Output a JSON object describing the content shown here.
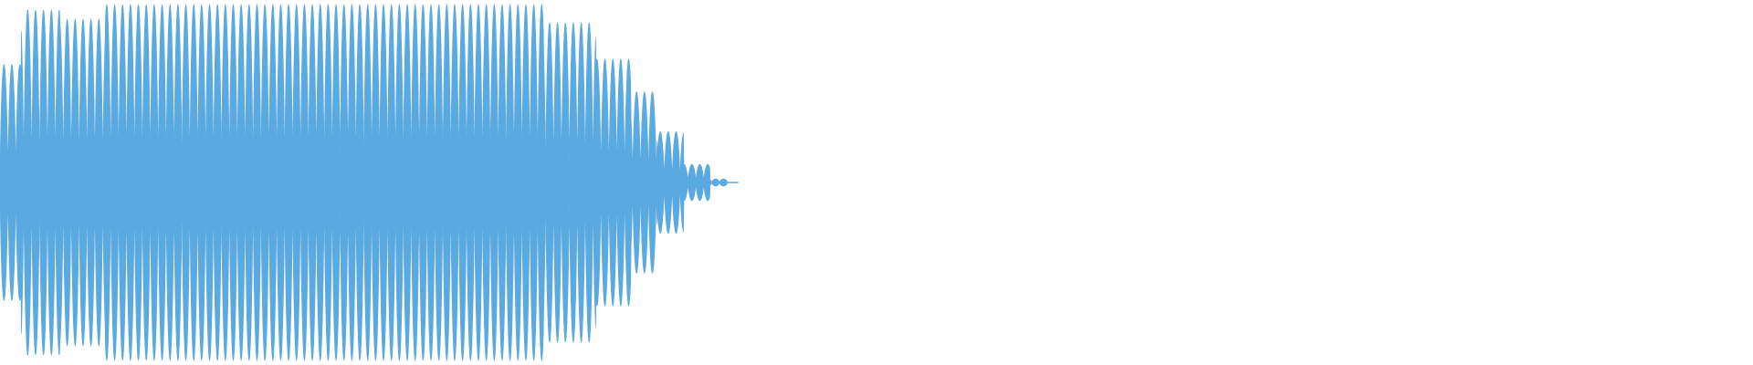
{
  "waveform": {
    "color": "#5aa9e0",
    "background": "#ffffff",
    "baseline_fraction": 0.5,
    "clip_end_fraction": 0.415,
    "segments": [
      {
        "start": 0.0,
        "end": 0.012,
        "amp": 0.65
      },
      {
        "start": 0.012,
        "end": 0.034,
        "amp": 0.95
      },
      {
        "start": 0.034,
        "end": 0.06,
        "amp": 0.9
      },
      {
        "start": 0.06,
        "end": 0.31,
        "amp": 0.98
      },
      {
        "start": 0.31,
        "end": 0.34,
        "amp": 0.88
      },
      {
        "start": 0.34,
        "end": 0.36,
        "amp": 0.68
      },
      {
        "start": 0.36,
        "end": 0.375,
        "amp": 0.5
      },
      {
        "start": 0.375,
        "end": 0.39,
        "amp": 0.28
      },
      {
        "start": 0.39,
        "end": 0.405,
        "amp": 0.1
      },
      {
        "start": 0.405,
        "end": 0.415,
        "amp": 0.02
      }
    ],
    "cycles": 46
  }
}
